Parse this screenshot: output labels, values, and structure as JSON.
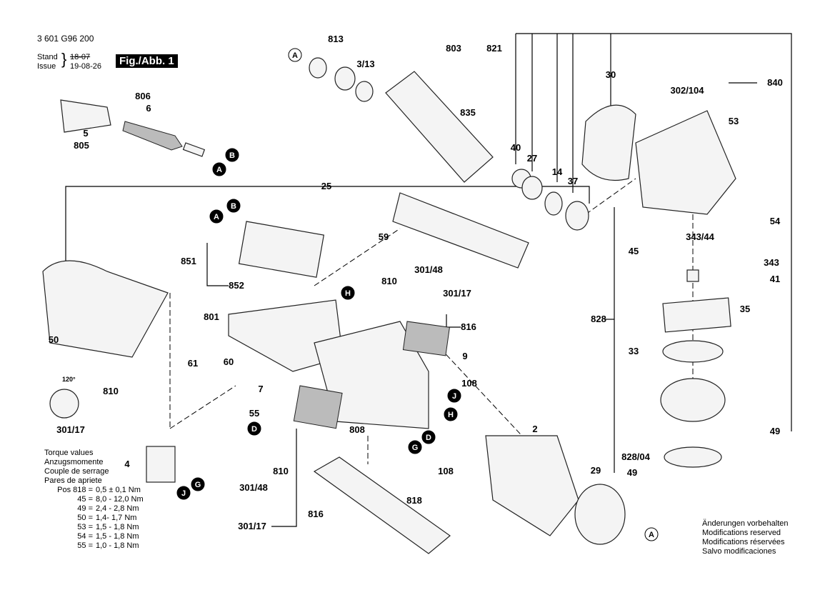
{
  "header": {
    "part_number": "3 601 G96 200",
    "stand_label": "Stand",
    "issue_label": "Issue",
    "stand_value": "18-07",
    "issue_value": "19-08-26",
    "figure_label": "Fig./Abb. 1"
  },
  "torque": {
    "lines": [
      "Torque values",
      "Anzugsmomente",
      "Couple de serrage",
      "Pares de apriete"
    ],
    "values": [
      {
        "pos": "Pos 818 =",
        "value": "0,5 ± 0,1 Nm"
      },
      {
        "pos": "45 =",
        "value": "8,0 - 12,0 Nm"
      },
      {
        "pos": "49 =",
        "value": "2,4 - 2,8 Nm"
      },
      {
        "pos": "50 =",
        "value": "1,4- 1,7 Nm"
      },
      {
        "pos": "53 =",
        "value": "1,5 - 1,8 Nm"
      },
      {
        "pos": "54 =",
        "value": "1,5 - 1,8 Nm"
      },
      {
        "pos": "55 =",
        "value": "1,0 - 1,8 Nm"
      }
    ]
  },
  "disclaimer": [
    "Änderungen vorbehalten",
    "Modifications reserved",
    "Modifications réservées",
    "Salvo modificaciones"
  ],
  "parts": {
    "labels": [
      "813",
      "803",
      "821",
      "3/13",
      "835",
      "30",
      "302/104",
      "840",
      "53",
      "40",
      "27",
      "14",
      "37",
      "806",
      "6",
      "5",
      "805",
      "25",
      "54",
      "343/44",
      "45",
      "343",
      "41",
      "59",
      "851",
      "852",
      "301/48",
      "810",
      "301/17",
      "35",
      "828",
      "801",
      "816",
      "33",
      "9",
      "50",
      "60",
      "61",
      "810",
      "7",
      "108",
      "55",
      "301/17",
      "808",
      "2",
      "49",
      "4",
      "810",
      "828/04",
      "108",
      "49",
      "29",
      "301/48",
      "818",
      "816",
      "301/17"
    ],
    "angle_label": "120°",
    "callouts": [
      "A",
      "B",
      "A",
      "B",
      "A",
      "H",
      "J",
      "H",
      "D",
      "D",
      "G",
      "G",
      "J",
      "A"
    ]
  }
}
